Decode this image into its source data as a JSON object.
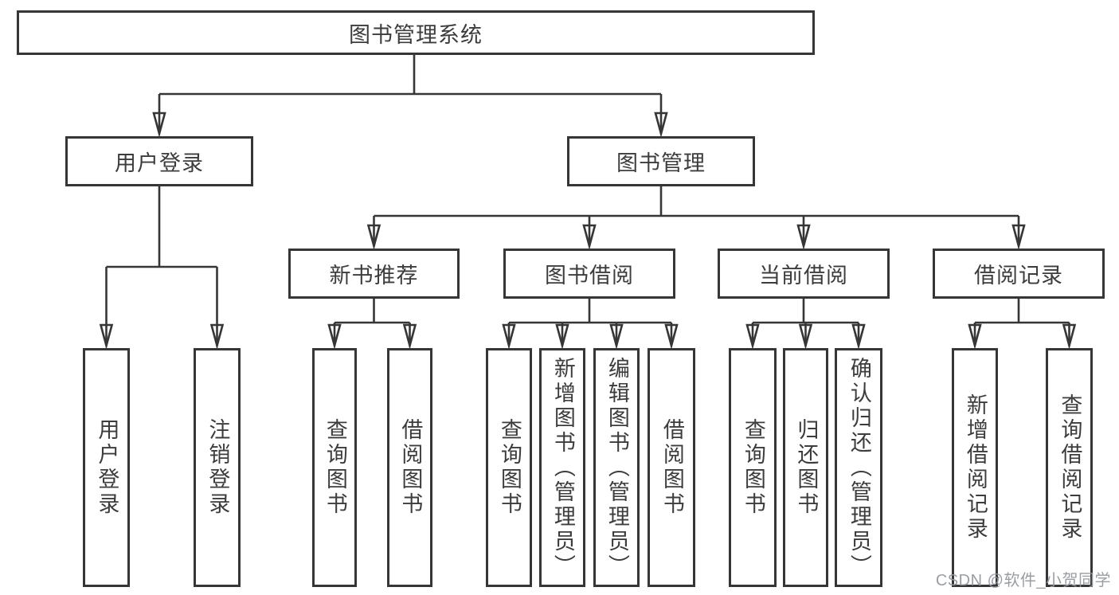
{
  "tree": {
    "label": "图书管理系统",
    "children": [
      {
        "label": "用户登录",
        "children": [
          {
            "label": "用户登录"
          },
          {
            "label": "注销登录"
          }
        ]
      },
      {
        "label": "图书管理",
        "children": [
          {
            "label": "新书推荐",
            "children": [
              {
                "label": "查询图书"
              },
              {
                "label": "借阅图书"
              }
            ]
          },
          {
            "label": "图书借阅",
            "children": [
              {
                "label": "查询图书"
              },
              {
                "label": "新增图书（管理员）"
              },
              {
                "label": "编辑图书（管理员）"
              },
              {
                "label": "借阅图书"
              }
            ]
          },
          {
            "label": "当前借阅",
            "children": [
              {
                "label": "查询图书"
              },
              {
                "label": "归还图书"
              },
              {
                "label": "确认归还（管理员）"
              }
            ]
          },
          {
            "label": "借阅记录",
            "children": [
              {
                "label": "新增借阅记录"
              },
              {
                "label": "查询借阅记录"
              }
            ]
          }
        ]
      }
    ]
  },
  "watermark": {
    "text": "CSDN @软件_小贺同学"
  },
  "colors": {
    "line": "#363636",
    "text": "#3c3c3c",
    "watermark": "#94999f",
    "background": "#ffffff"
  }
}
